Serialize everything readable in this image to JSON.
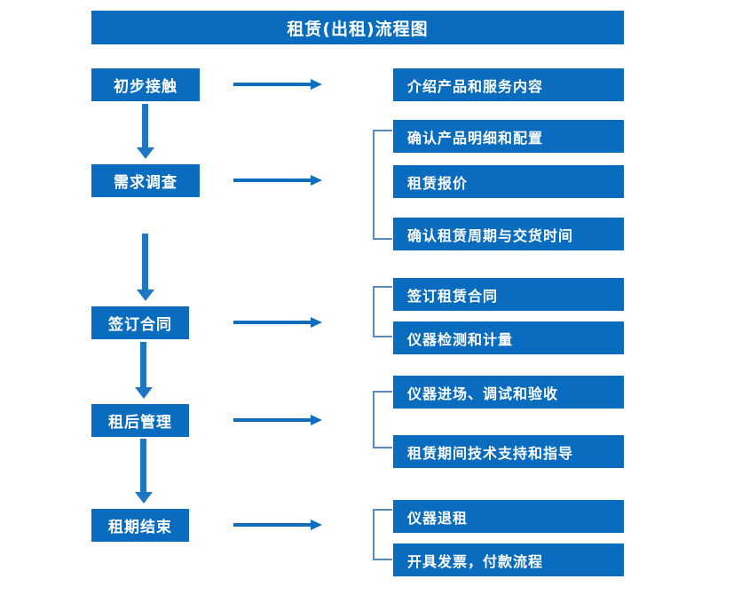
{
  "title": "租赁(出租)流程图",
  "colors": {
    "box_blue": "#0a6cbf",
    "arrow_blue": "#1f77c4",
    "bracket_blue": "#5a89bd",
    "text_white": "#ffffff",
    "background": "#ffffff"
  },
  "stages": [
    {
      "label": "初步接触"
    },
    {
      "label": "需求调查"
    },
    {
      "label": "签订合同"
    },
    {
      "label": "租后管理"
    },
    {
      "label": "租期结束"
    }
  ],
  "details": [
    {
      "label": "介绍产品和服务内容"
    },
    {
      "label": "确认产品明细和配置"
    },
    {
      "label": "租赁报价"
    },
    {
      "label": "确认租赁周期与交货时间"
    },
    {
      "label": "签订租赁合同"
    },
    {
      "label": "仪器检测和计量"
    },
    {
      "label": "仪器进场、调试和验收"
    },
    {
      "label": "租赁期间技术支持和指导"
    },
    {
      "label": "仪器退租"
    },
    {
      "label": "开具发票，付款流程"
    }
  ],
  "connectors": {
    "horizontal_arrow_count": 5,
    "vertical_arrow_count": 4,
    "bracket_count": 4
  }
}
